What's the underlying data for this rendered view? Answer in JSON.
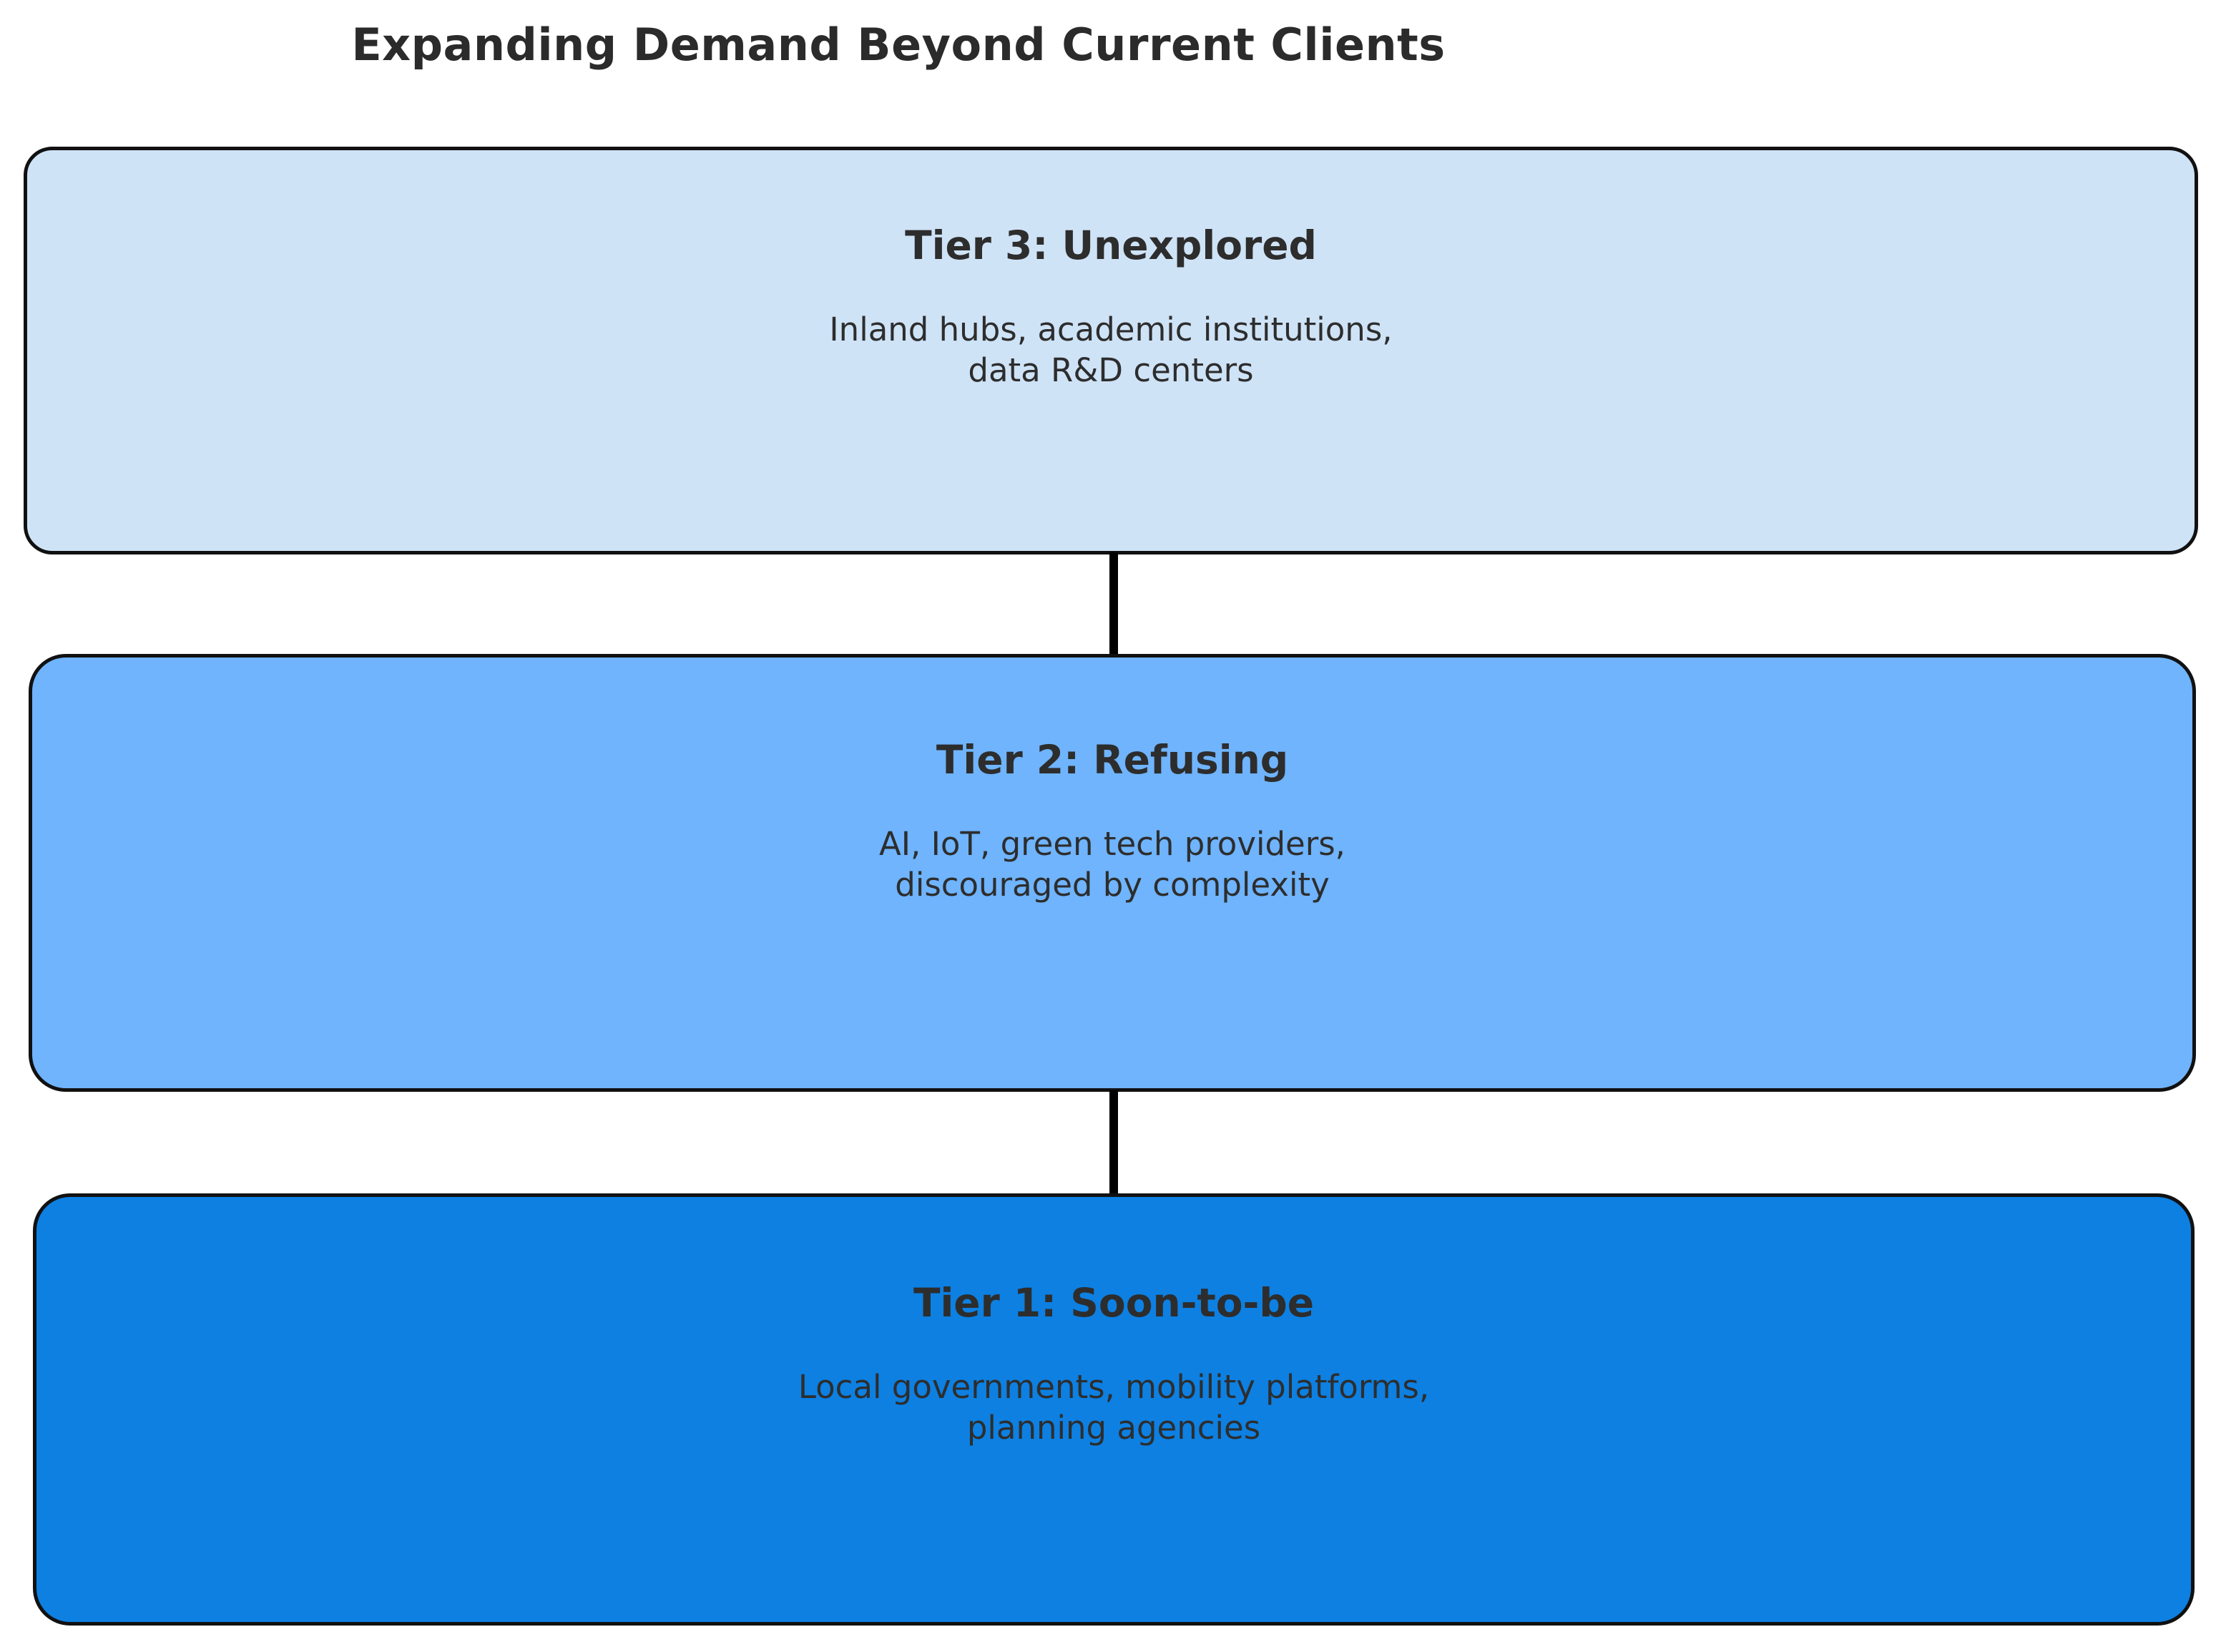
{
  "title": "Expanding Demand Beyond Current Clients",
  "colors": {
    "background": "#ffffff",
    "title_text": "#2b2b2b",
    "box_text": "#2d2d2d",
    "box_border": "#111111",
    "arrow": "#000000",
    "tier3_fill": "#cfe3f7",
    "tier2_fill": "#6fb4fd",
    "tier1_fill": "#0d80e2"
  },
  "tiers": [
    {
      "id": "tier-3",
      "heading": "Tier 3: Unexplored",
      "description_line1": "Inland hubs, academic institutions,",
      "description_line2": "data R&D centers",
      "fill": "#cfe3f7"
    },
    {
      "id": "tier-2",
      "heading": "Tier 2: Refusing",
      "description_line1": "AI, IoT, green tech providers,",
      "description_line2": "discouraged by complexity",
      "fill": "#6fb4fd"
    },
    {
      "id": "tier-1",
      "heading": "Tier 1: Soon-to-be",
      "description_line1": "Local governments, mobility platforms,",
      "description_line2": "planning agencies",
      "fill": "#0d80e2"
    }
  ],
  "connectors": [
    {
      "id": "connector-3-to-2",
      "from": "Tier 3: Unexplored",
      "to": "Tier 2: Refusing",
      "direction": "down"
    },
    {
      "id": "connector-2-to-1",
      "from": "Tier 2: Refusing",
      "to": "Tier 1: Soon-to-be",
      "direction": "down"
    }
  ],
  "chart_data": {
    "type": "diagram",
    "diagram_type": "flowchart",
    "orientation": "vertical-top-to-bottom",
    "title": "Expanding Demand Beyond Current Clients",
    "nodes": [
      {
        "label": "Tier 3: Unexplored",
        "detail": "Inland hubs, academic institutions, data R&D centers",
        "color": "#cfe3f7",
        "order": 1
      },
      {
        "label": "Tier 2: Refusing",
        "detail": "AI, IoT, green tech providers, discouraged by complexity",
        "color": "#6fb4fd",
        "order": 2
      },
      {
        "label": "Tier 1: Soon-to-be",
        "detail": "Local governments, mobility platforms, planning agencies",
        "color": "#0d80e2",
        "order": 3
      }
    ],
    "edges": [
      {
        "from": "Tier 3: Unexplored",
        "to": "Tier 2: Refusing",
        "style": "solid-arrow"
      },
      {
        "from": "Tier 2: Refusing",
        "to": "Tier 1: Soon-to-be",
        "style": "solid-arrow"
      }
    ],
    "legend": null,
    "grid": false
  }
}
